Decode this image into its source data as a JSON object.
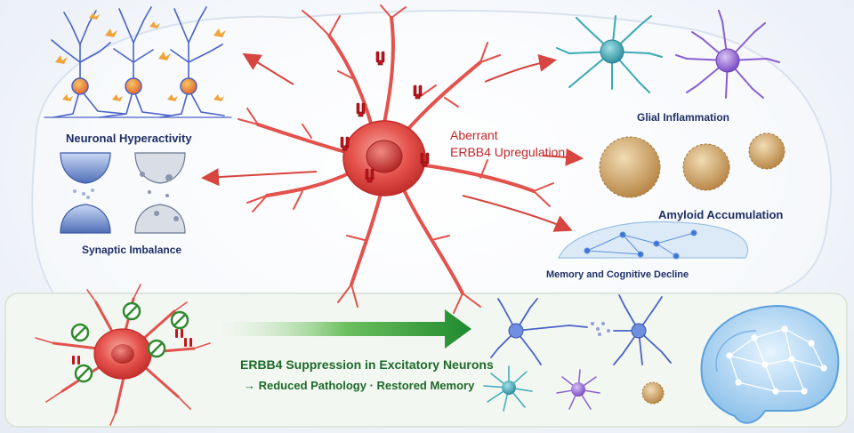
{
  "labels": {
    "neuronal_hyperactivity": "Neuronal Hyperactivity",
    "synaptic_imbalance": "Synaptic Imbalance",
    "aberrant_line1": "Aberrant",
    "aberrant_line2": "ERBB4 Upregulation",
    "glial_inflammation": "Glial Inflammation",
    "amyloid_accumulation": "Amyloid Accumulation",
    "memory_decline": "Memory and Cognitive Decline",
    "suppression": "ERBB4 Suppression in Excitatory Neurons",
    "outcome": "→ Reduced Pathology · Restored Memory"
  },
  "colors": {
    "title_text": "#1f2f66",
    "upregulation_text": "#c0262a",
    "suppression_text": "#1c6a2a",
    "neuron_red": "#e34a46",
    "receptor_red": "#c0151b",
    "astro_teal": "#3aa9b5",
    "microglia_purple": "#8a5fcf",
    "plaque_tan": "#c9a06a",
    "network_blue": "#3f74d6"
  },
  "icons": [
    "receptor-icon",
    "inhibition-icon",
    "brain-icon",
    "arrow-icon"
  ]
}
